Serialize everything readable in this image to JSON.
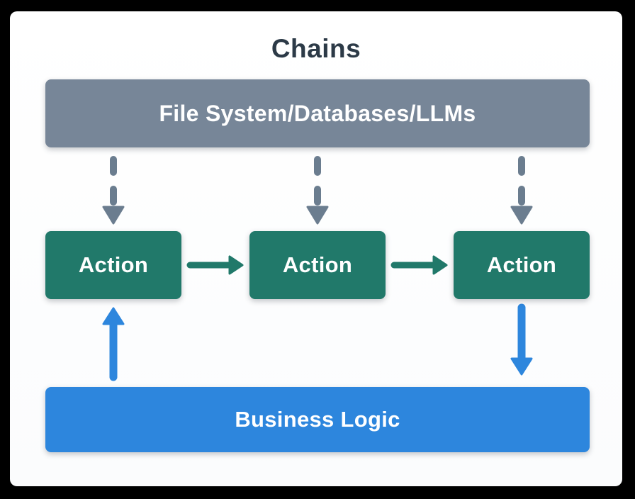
{
  "diagram": {
    "title": "Chains",
    "top_box": {
      "label": "File System/Databases/LLMs"
    },
    "action_boxes": [
      {
        "label": "Action"
      },
      {
        "label": "Action"
      },
      {
        "label": "Action"
      }
    ],
    "bottom_box": {
      "label": "Business Logic"
    },
    "colors": {
      "page_bg": "#000000",
      "card_bg": "#ffffff",
      "title_text": "#2c3a47",
      "top_box": "#778698",
      "action_box": "#21796a",
      "bottom_box": "#2d86dd",
      "dashed_arrow": "#6b7d8f",
      "action_arrow": "#21796a",
      "blue_arrow": "#2d86dd"
    }
  }
}
